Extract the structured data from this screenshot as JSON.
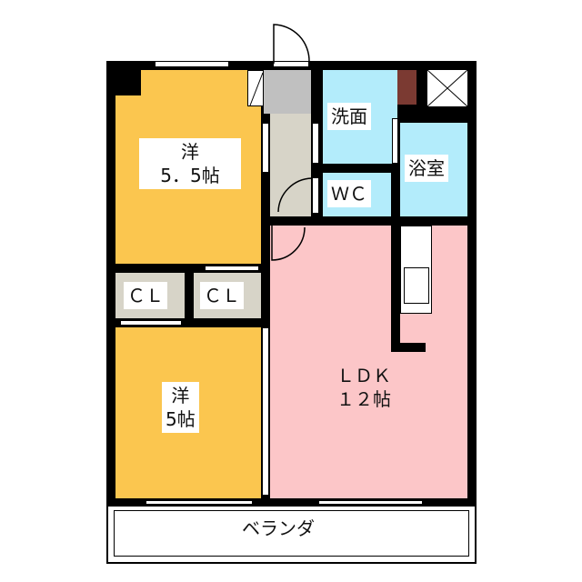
{
  "rooms": {
    "western1": {
      "name": "洋",
      "size": "5．5帖"
    },
    "western2": {
      "name": "洋",
      "size": "5帖"
    },
    "ldk": {
      "name": "ＬＤＫ",
      "size": "１２帖"
    },
    "washroom": {
      "name": "洗面"
    },
    "bath": {
      "name": "浴室"
    },
    "wc": {
      "name": "ＷＣ"
    },
    "closet1": {
      "name": "ＣＬ"
    },
    "closet2": {
      "name": "ＣＬ"
    },
    "veranda": {
      "name": "ベランダ"
    }
  },
  "colors": {
    "western": "#fbc64f",
    "ldk": "#fcc6c8",
    "water": "#b3ecfb",
    "entry": "#c0c0c0",
    "hall": "#d7d4c8",
    "closet": "#d7d4c8"
  }
}
